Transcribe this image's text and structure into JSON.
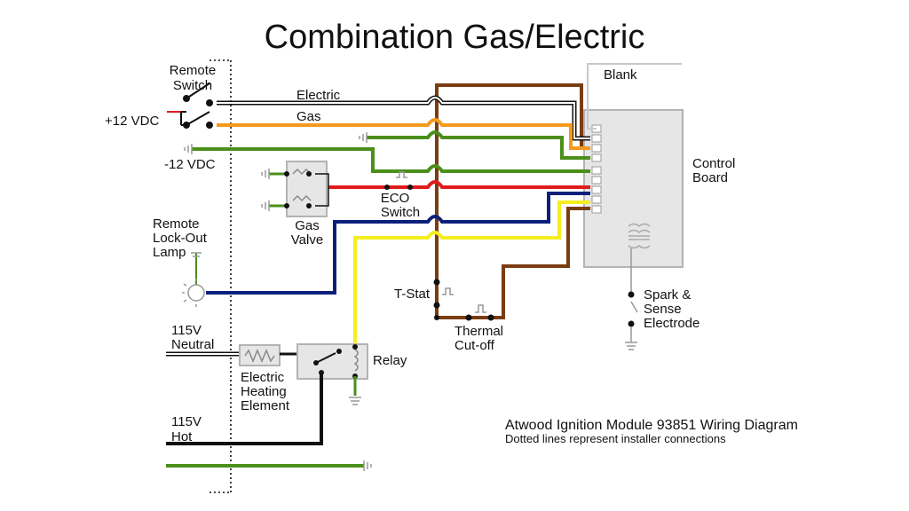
{
  "title": "Combination Gas/Electric",
  "labels": {
    "remote_switch": [
      "Remote",
      "Switch"
    ],
    "plus12": "+12 VDC",
    "minus12": "-12 VDC",
    "electric": "Electric",
    "gas": "Gas",
    "blank": "Blank",
    "control_board": [
      "Control",
      "Board"
    ],
    "gas_valve": [
      "Gas",
      "Valve"
    ],
    "eco_switch": [
      "ECO",
      "Switch"
    ],
    "remote_lockout_lamp": [
      "Remote",
      "Lock-Out",
      "Lamp"
    ],
    "t_stat": "T-Stat",
    "thermal_cutoff": [
      "Thermal",
      "Cut-off"
    ],
    "spark_sense": [
      "Spark &",
      "Sense",
      "Electrode"
    ],
    "neutral_115v": [
      "115V",
      "Neutral"
    ],
    "hot_115v": [
      "115V",
      "Hot"
    ],
    "relay": "Relay",
    "heating_element": [
      "Electric",
      "Heating",
      "Element"
    ]
  },
  "caption": {
    "main": "Atwood Ignition Module 93851 Wiring Diagram",
    "sub": "Dotted lines represent installer connections"
  },
  "colors": {
    "brown": "#7a3d12",
    "orange": "#f39a1e",
    "green": "#4a8f1a",
    "red": "#e01b1b",
    "navy": "#0d1f7a",
    "yellow": "#f5ee1e",
    "black": "#111111",
    "component_fill": "#e6e6e6",
    "component_stroke": "#b3b3b3"
  }
}
